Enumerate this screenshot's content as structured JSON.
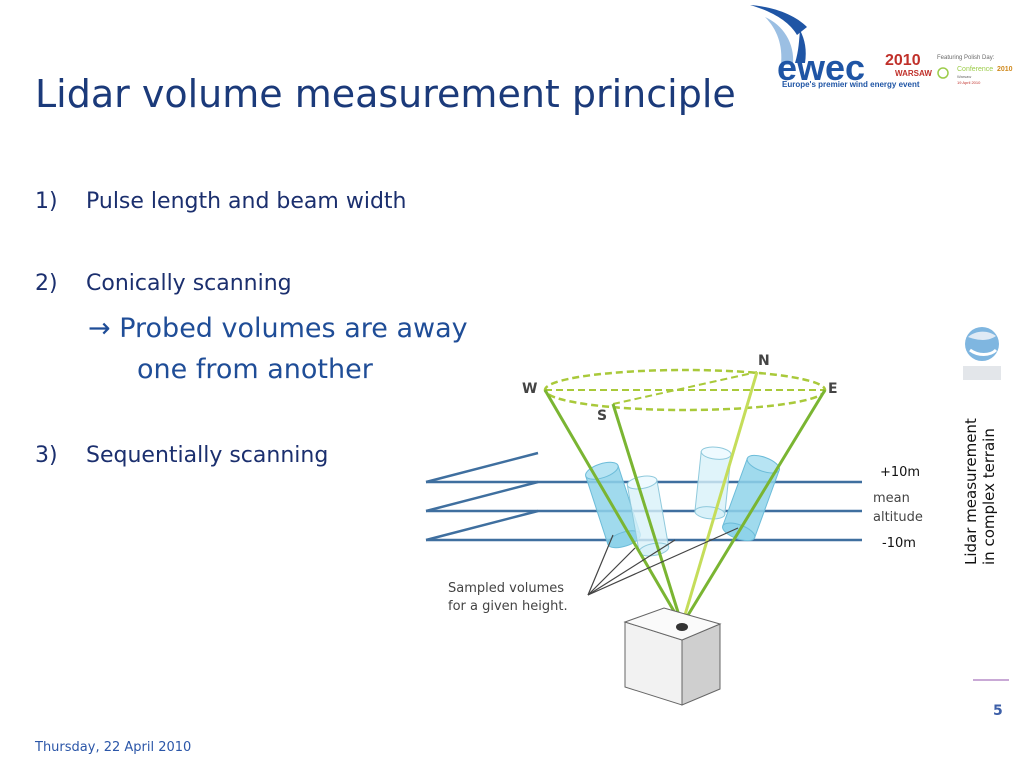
{
  "slide": {
    "title": "Lidar volume measurement principle",
    "items": [
      {
        "num": "1)",
        "text": "Pulse length and beam width"
      },
      {
        "num": "2)",
        "text": "Conically scanning"
      },
      {
        "num": "3)",
        "text": "Sequentially scanning"
      }
    ],
    "sub_arrow": "→",
    "sub_line1": "Probed volumes are away",
    "sub_line2": "one from another",
    "footer_date": "Thursday, 22 April 2010",
    "page_number": "5",
    "side_line1": "Lidar measurement",
    "side_line2": "in complex terrain"
  },
  "logo": {
    "brand": "ewec",
    "year": "2010",
    "city": "WARSAW",
    "tagline": "Europe's premier wind energy event",
    "polish_day": "Featuring Polish Day:",
    "conference": "Conference",
    "conference_year": "2010",
    "conf_small1": "Warsaw",
    "conf_small2": "19 April 2010"
  },
  "diagram": {
    "label_n": "N",
    "label_w": "W",
    "label_e": "E",
    "label_s": "S",
    "label_plus": "+10m",
    "label_mean1": "mean",
    "label_mean2": "altitude",
    "label_minus": "-10m",
    "caption1": "Sampled volumes",
    "caption2": "for a given height."
  },
  "colors": {
    "title": "#1b3a7a",
    "beam_green": "#7ab532",
    "beam_light": "#c5dd5a",
    "cylinder": "#8fd3ea",
    "level_line": "#3f6f9f",
    "accent_purple": "#c9a9d6"
  }
}
